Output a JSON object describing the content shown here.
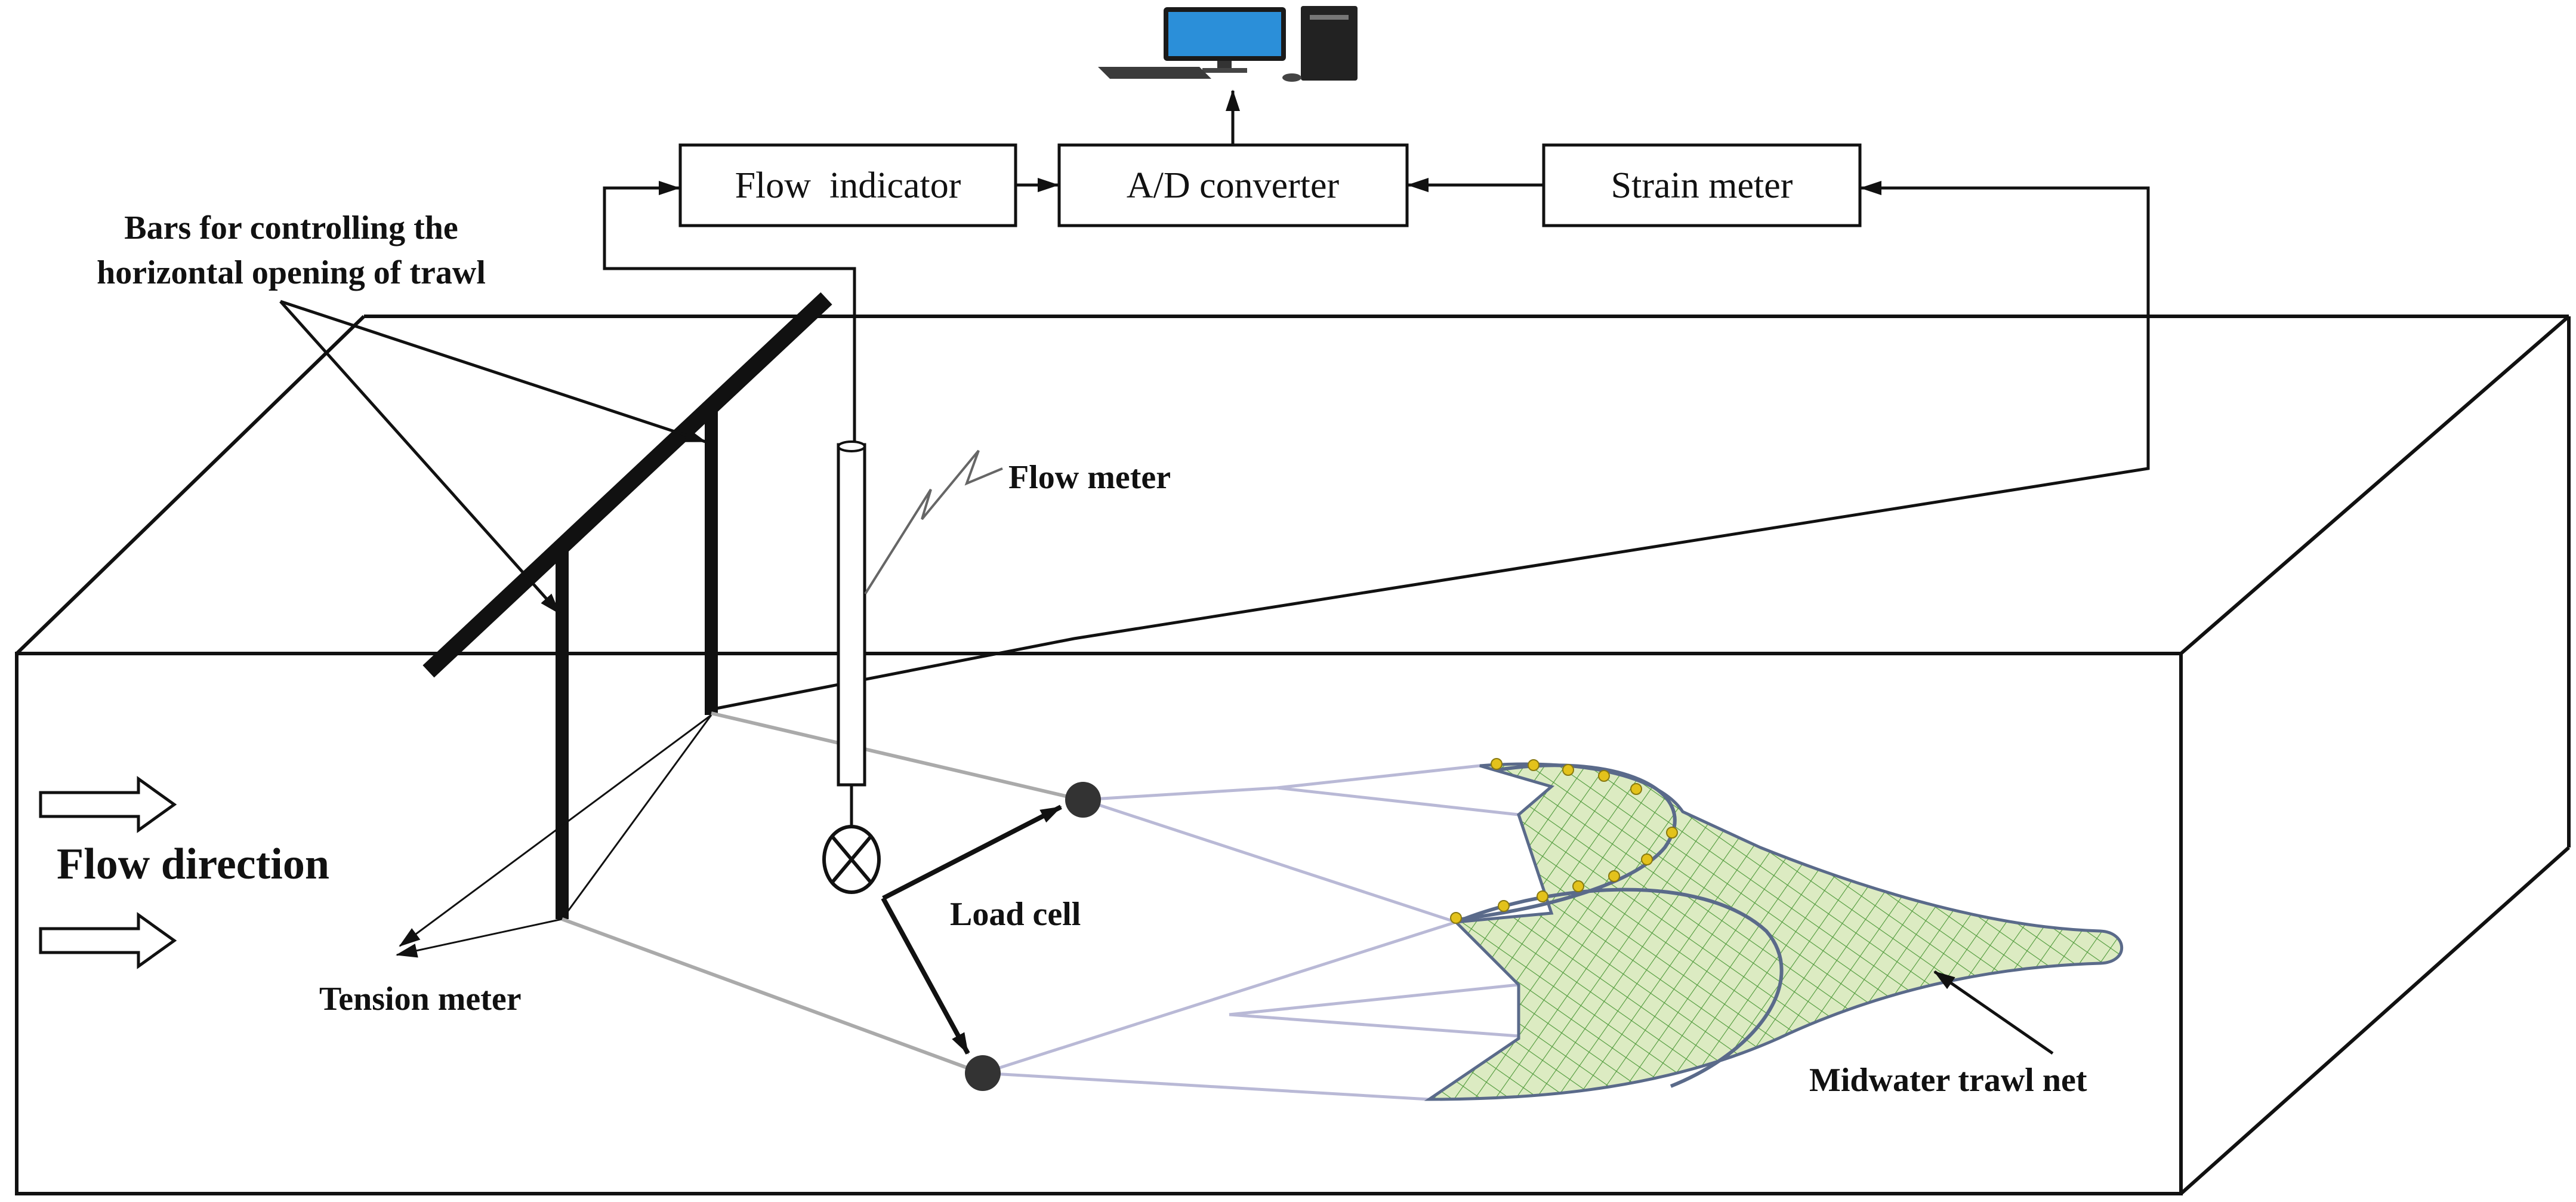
{
  "blocks": {
    "flow_indicator": "Flow  indicator",
    "ad_converter": "A/D converter",
    "strain_meter": "Strain meter"
  },
  "labels": {
    "bars_line1": "Bars for controlling the",
    "bars_line2": "horizontal opening of trawl",
    "flow_meter": "Flow meter",
    "flow_direction": "Flow direction",
    "load_cell": "Load cell",
    "tension_meter": "Tension meter",
    "midwater_trawl_net": "Midwater trawl net"
  },
  "colors": {
    "line": "#111111",
    "net_fill": "#dcebc2",
    "net_mesh": "#4f9a3a",
    "float": "#e3c21b",
    "bridle": "#b9b9d6",
    "load_cell": "#333333",
    "monitor_screen": "#2b8fd9"
  },
  "icons": [
    "computer-icon",
    "flow-arrow-icon"
  ]
}
